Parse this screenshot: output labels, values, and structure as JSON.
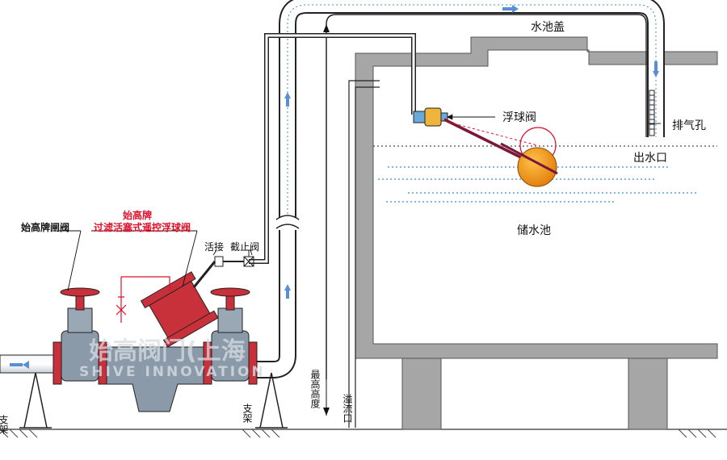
{
  "labels": {
    "tank_cover": "水池盖",
    "float_valve": "浮球阀",
    "vent_hole": "排气孔",
    "outlet": "出水口",
    "reservoir": "储水池",
    "brand": "始高牌",
    "product": "过滤活塞式遥控浮球阀",
    "gate_valve": "始高牌闸阀",
    "union": "活接",
    "stop_valve": "截止阀",
    "support_left": "支架",
    "support_right": "支架",
    "max_height": "最高高度",
    "overflow": "溢流口"
  },
  "watermark": {
    "cn": "始高阀门(上海",
    "en": "SHIVE   INNOVATION"
  },
  "colors": {
    "concrete": "#a6a6a6",
    "concrete_dark": "#7a7a7a",
    "pipe_fill": "#ffffff",
    "pipe_line": "#222222",
    "valve_red": "#c8303a",
    "valve_gray": "#8a9aa8",
    "float_orange": "#f29d1a",
    "float_rod": "#7b1838",
    "dash_blue": "#3a8fd0",
    "arrow_blue": "#5a8fd6",
    "label_red": "#e0102a"
  }
}
